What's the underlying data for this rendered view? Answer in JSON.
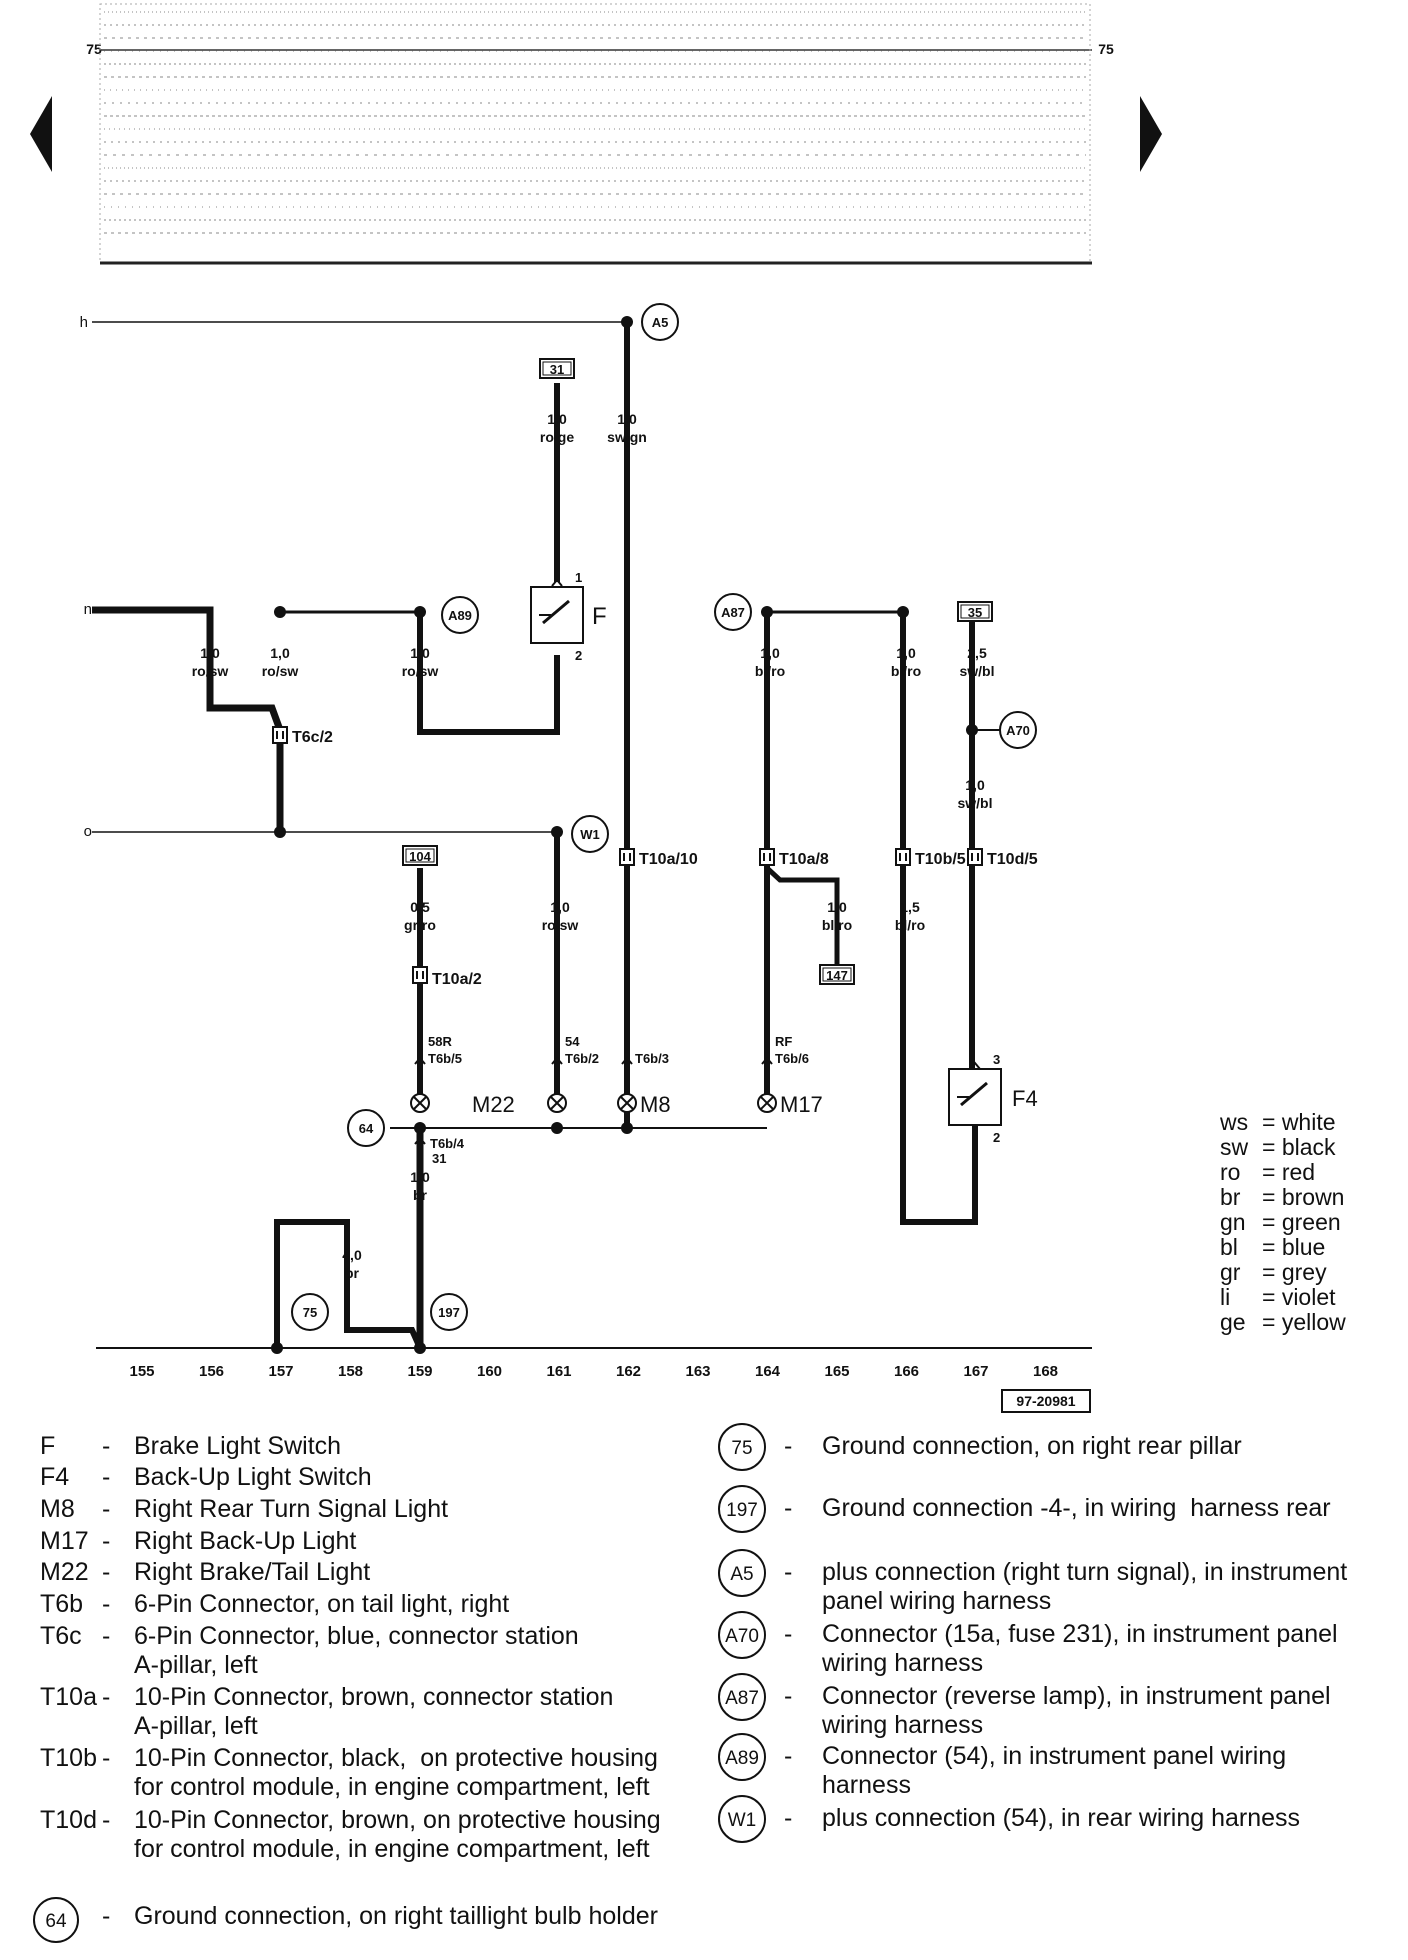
{
  "header_ref": {
    "left": "75",
    "right": "75"
  },
  "diagram_id": "97-20981",
  "rail_labels": {
    "h": "h",
    "n": "n",
    "o": "o"
  },
  "columns": [
    "155",
    "156",
    "157",
    "158",
    "159",
    "160",
    "161",
    "162",
    "163",
    "164",
    "165",
    "166",
    "167",
    "168"
  ],
  "wire_labels": [
    {
      "id": "w_rosw_1",
      "size": "1,0",
      "color": "ro/sw"
    },
    {
      "id": "w_rosw_2",
      "size": "1,0",
      "color": "ro/sw"
    },
    {
      "id": "w_rosw_3",
      "size": "1,0",
      "color": "ro/sw"
    },
    {
      "id": "w_roge",
      "size": "1,0",
      "color": "ro/ge"
    },
    {
      "id": "w_swgn",
      "size": "1,0",
      "color": "sw/gn"
    },
    {
      "id": "w_blro_1",
      "size": "1,0",
      "color": "bl/ro"
    },
    {
      "id": "w_blro_2",
      "size": "1,0",
      "color": "bl/ro"
    },
    {
      "id": "w_swbl_1",
      "size": "2,5",
      "color": "sw/bl"
    },
    {
      "id": "w_swbl_2",
      "size": "1,0",
      "color": "sw/bl"
    },
    {
      "id": "w_grro",
      "size": "0,5",
      "color": "gr/ro"
    },
    {
      "id": "w_rosw_4",
      "size": "1,0",
      "color": "ro/sw"
    },
    {
      "id": "w_blro_3",
      "size": "1,0",
      "color": "bl/ro"
    },
    {
      "id": "w_blro_4",
      "size": "1,5",
      "color": "bl/ro"
    },
    {
      "id": "w_br_1",
      "size": "1,0",
      "color": "br"
    },
    {
      "id": "w_br_2",
      "size": "4,0",
      "color": "br"
    }
  ],
  "connector_labels": {
    "t6c2": "T6c/2",
    "t10a10": "T10a/10",
    "t10a8": "T10a/8",
    "t10b5": "T10b/5",
    "t10d5": "T10d/5",
    "t10a2": "T10a/2",
    "t6b5_fn": "58R",
    "t6b5": "T6b/5",
    "t6b2_fn": "54",
    "t6b2": "T6b/2",
    "t6b3": "T6b/3",
    "t6b6_fn": "RF",
    "t6b6": "T6b/6",
    "t6b4": "T6b/4",
    "t6b4_fn": "31"
  },
  "fuse_refs": {
    "r31": "31",
    "r104": "104",
    "r147": "147",
    "r35": "35"
  },
  "circles": {
    "a5": "A5",
    "a89": "A89",
    "a87": "A87",
    "a70": "A70",
    "w1": "W1",
    "g64": "64",
    "g75": "75",
    "g197": "197"
  },
  "component_labels": {
    "f": "F",
    "f4": "F4",
    "m22": "M22",
    "m8": "M8",
    "m17": "M17",
    "f_pin1": "1",
    "f_pin2": "2",
    "f4_pin3": "3",
    "f4_pin2": "2"
  },
  "color_key": [
    {
      "abbr": "ws",
      "name": "= white"
    },
    {
      "abbr": "sw",
      "name": "= black"
    },
    {
      "abbr": "ro",
      "name": "= red"
    },
    {
      "abbr": "br",
      "name": "= brown"
    },
    {
      "abbr": "gn",
      "name": "= green"
    },
    {
      "abbr": "bl",
      "name": "= blue"
    },
    {
      "abbr": "gr",
      "name": "= grey"
    },
    {
      "abbr": "li",
      "name": "= violet"
    },
    {
      "abbr": "ge",
      "name": "= yellow"
    }
  ],
  "legend_left": [
    {
      "code": "F",
      "dash": "-",
      "desc": "Brake Light Switch"
    },
    {
      "code": "F4",
      "dash": "-",
      "desc": "Back-Up Light Switch"
    },
    {
      "code": "M8",
      "dash": "-",
      "desc": "Right Rear Turn Signal Light"
    },
    {
      "code": "M17",
      "dash": "-",
      "desc": "Right Back-Up Light"
    },
    {
      "code": "M22",
      "dash": "-",
      "desc": "Right Brake/Tail Light"
    },
    {
      "code": "T6b",
      "dash": "-",
      "desc": "6-Pin Connector, on tail light, right"
    },
    {
      "code": "T6c",
      "dash": "-",
      "desc": "6-Pin Connector, blue, connector station\nA-pillar, left"
    },
    {
      "code": "T10a",
      "dash": "-",
      "desc": "10-Pin Connector, brown, connector station\nA-pillar, left"
    },
    {
      "code": "T10b",
      "dash": "-",
      "desc": "10-Pin Connector, black,  on protective housing\nfor control module, in engine compartment, left"
    },
    {
      "code": "T10d",
      "dash": "-",
      "desc": "10-Pin Connector, brown, on protective housing\nfor control module, in engine compartment, left"
    }
  ],
  "legend_ground64": {
    "code": "64",
    "dash": "-",
    "desc": "Ground connection, on right taillight bulb holder"
  },
  "legend_right": [
    {
      "code": "75",
      "dash": "-",
      "desc": "Ground connection, on right rear pillar"
    },
    {
      "code": "197",
      "dash": "-",
      "desc": "Ground connection -4-, in wiring  harness rear"
    },
    {
      "code": "A5",
      "dash": "-",
      "desc": "plus connection (right turn signal), in instrument\npanel wiring harness"
    },
    {
      "code": "A70",
      "dash": "-",
      "desc": "Connector (15a, fuse 231), in instrument panel\nwiring harness"
    },
    {
      "code": "A87",
      "dash": "-",
      "desc": "Connector (reverse lamp), in instrument panel\nwiring harness"
    },
    {
      "code": "A89",
      "dash": "-",
      "desc": "Connector (54), in instrument panel wiring\nharness"
    },
    {
      "code": "W1",
      "dash": "-",
      "desc": "plus connection (54), in rear wiring harness"
    }
  ]
}
